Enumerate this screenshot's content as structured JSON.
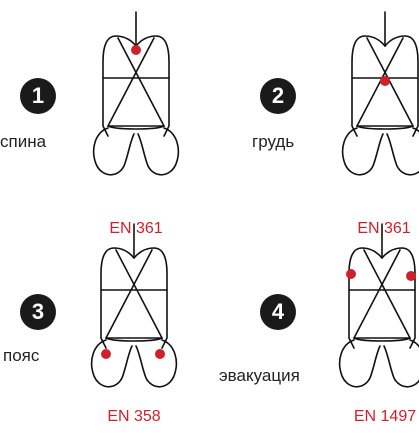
{
  "accent_color": "#d0212a",
  "panels": [
    {
      "number": "1",
      "label": "спина",
      "standard": "EN 361",
      "attachment_points": [
        "dorsal"
      ]
    },
    {
      "number": "2",
      "label": "грудь",
      "standard": "EN 361",
      "attachment_points": [
        "sternal"
      ]
    },
    {
      "number": "3",
      "label": "пояс",
      "standard": "EN 358",
      "attachment_points": [
        "waist-left",
        "waist-right"
      ]
    },
    {
      "number": "4",
      "label": "эвакуация",
      "standard": "EN 1497",
      "attachment_points": [
        "shoulder-left",
        "shoulder-right"
      ]
    }
  ]
}
